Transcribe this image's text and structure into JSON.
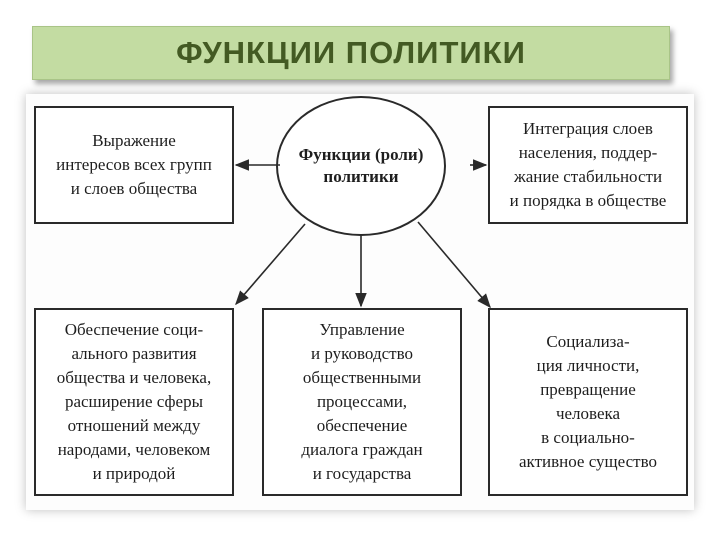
{
  "title": "ФУНКЦИИ ПОЛИТИКИ",
  "center": "Функции (роли)\nполитики",
  "boxes": {
    "top_left": "Выражение\nинтересов всех групп\nи слоев общества",
    "top_right": "Интеграция слоев\nнаселения, поддер-\nжание стабильности\nи порядка в обществе",
    "bottom_left": "Обеспечение соци-\nального развития\nобщества и человека,\nрасширение сферы\nотношений между\nнародами, человеком\nи природой",
    "bottom_middle": "Управление\nи руководство\nобщественными\nпроцессами,\nобеспечение\nдиалога граждан\nи государства",
    "bottom_right": "Социализа-\nция личности,\nпревращение\nчеловека\nв социально-\nактивное существо"
  }
}
